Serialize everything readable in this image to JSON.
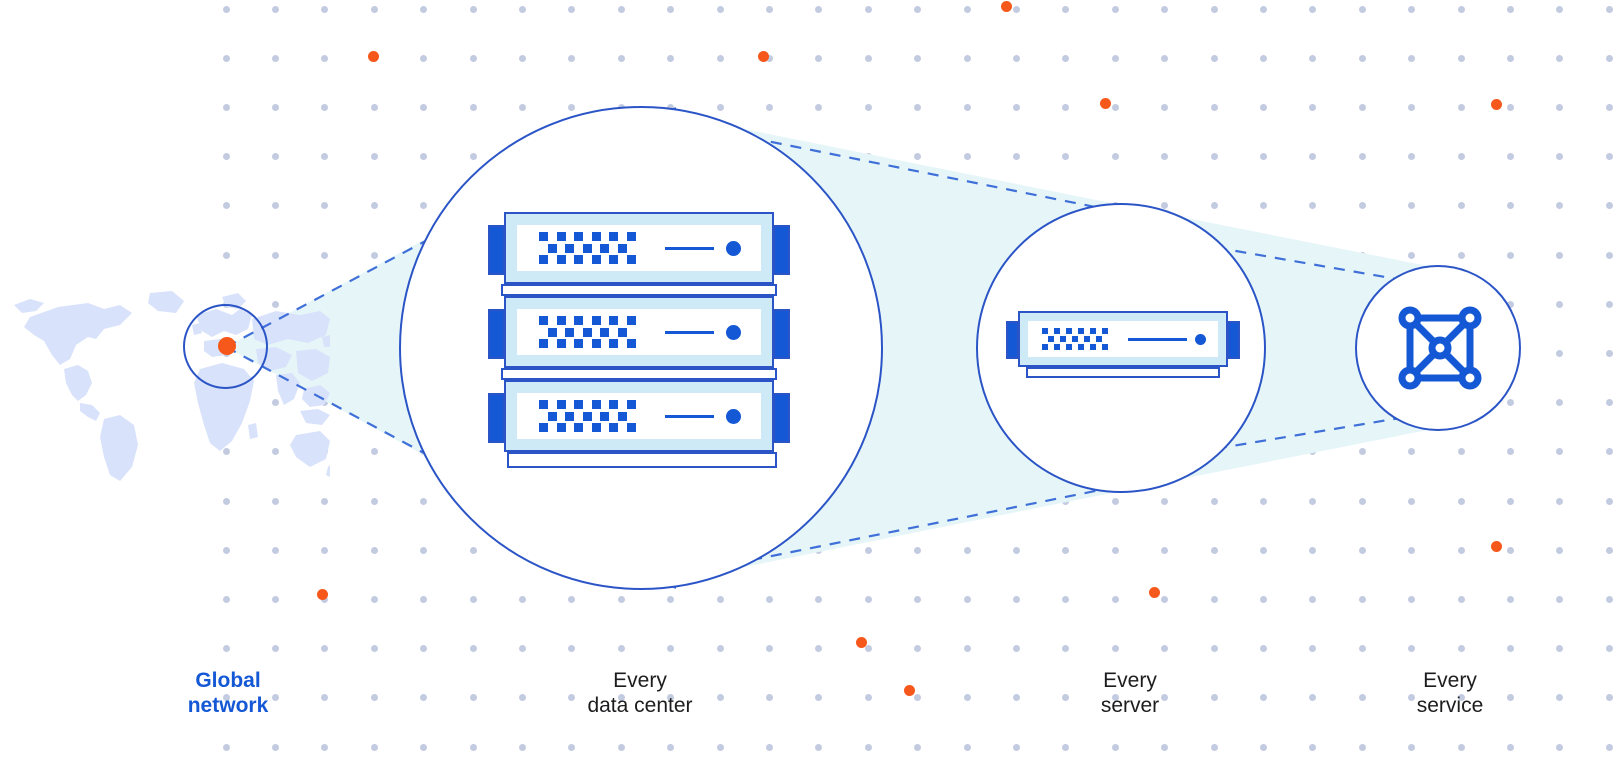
{
  "diagram": {
    "title": "Global network scale funnel",
    "colors": {
      "brand_blue": "#1458d6",
      "outline_blue": "#2b55c6",
      "panel_light": "#cfeaf7",
      "wedge_fill": "#e6f6f8",
      "grid_dot": "#c3cbe0",
      "accent_orange": "#f6581c",
      "map_land": "#d8e2fa",
      "text_dark": "#1d1d1f",
      "background": "#ffffff"
    },
    "stages": [
      {
        "id": "global-network",
        "label": "Global\nnetwork",
        "label_line1": "Global",
        "label_line2": "network",
        "highlighted": true,
        "icon": "world-map-icon"
      },
      {
        "id": "data-center",
        "label": "Every\ndata center",
        "label_line1": "Every",
        "label_line2": "data center",
        "highlighted": false,
        "icon": "server-rack-icon"
      },
      {
        "id": "server",
        "label": "Every\nserver",
        "label_line1": "Every",
        "label_line2": "server",
        "highlighted": false,
        "icon": "server-unit-icon"
      },
      {
        "id": "service",
        "label": "Every\nservice",
        "label_line1": "Every",
        "label_line2": "service",
        "highlighted": false,
        "icon": "network-graph-icon"
      }
    ],
    "rack": {
      "unit_count": 3,
      "led_columns": 6,
      "led_rows": 3
    },
    "network_graph": {
      "node_count": 5,
      "edge_count": 8
    },
    "map": {
      "marker_count": 1,
      "marker_region": "Europe"
    }
  }
}
